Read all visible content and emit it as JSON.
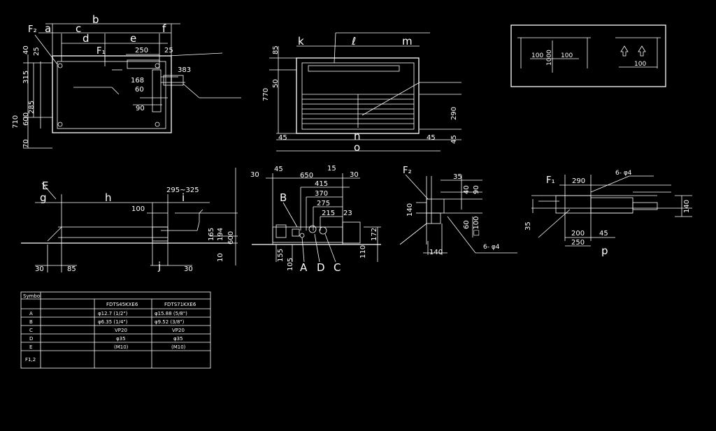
{
  "top_view": {
    "labels": {
      "b": "b",
      "a": "a",
      "c": "c",
      "d": "d",
      "e": "e",
      "f": "f",
      "F2": "F₂",
      "F1": "F₁"
    },
    "dims": [
      "40",
      "25",
      "315",
      "285",
      "600",
      "710",
      "70",
      "250",
      "25",
      "383",
      "168",
      "60",
      "90"
    ]
  },
  "front_view": {
    "labels": {
      "k": "k",
      "l": "ℓ",
      "m": "m",
      "n": "n",
      "o": "o"
    },
    "dims": [
      "85",
      "50",
      "770",
      "290",
      "45",
      "45",
      "45"
    ]
  },
  "clearance": {
    "dims": [
      "100",
      "1000",
      "100",
      "100"
    ]
  },
  "side_view": {
    "labels": {
      "E": "E",
      "g": "g",
      "h": "h",
      "i": "i",
      "j": "j"
    },
    "dims": [
      "295~325",
      "100",
      "165",
      "194",
      "600",
      "10",
      "30",
      "85",
      "30"
    ]
  },
  "rear_view": {
    "labels": {
      "B": "B",
      "A": "A",
      "D": "D",
      "C": "C"
    },
    "dims": [
      "30",
      "45",
      "650",
      "15",
      "30",
      "415",
      "370",
      "275",
      "215",
      "23",
      "155",
      "105",
      "110",
      "172"
    ]
  },
  "bracket_f2": {
    "labels": {
      "F2": "F₂",
      "holes": "6- φ4"
    },
    "dims": [
      "35",
      "40",
      "90",
      "140",
      "60",
      "□100",
      "140"
    ]
  },
  "bracket_f1": {
    "labels": {
      "F1": "F₁",
      "holes": "6- φ4",
      "p": "p"
    },
    "dims": [
      "290",
      "35",
      "200",
      "45",
      "250",
      "140"
    ]
  },
  "table": {
    "header": [
      "Symbol",
      "",
      "FDTS45KXE6",
      "FDTS71KXE6"
    ],
    "rows": [
      [
        "A",
        "",
        "φ12.7 (1/2\")",
        "φ15.88 (5/8\")"
      ],
      [
        "B",
        "",
        "φ6.35 (1/4\")",
        "φ9.52 (3/8\")"
      ],
      [
        "C",
        "",
        "VP20",
        "VP20"
      ],
      [
        "D",
        "",
        "φ35",
        "φ35"
      ],
      [
        "E",
        "",
        "(M10)",
        "(M10)"
      ],
      [
        "F1,2",
        "",
        "",
        ""
      ]
    ]
  }
}
